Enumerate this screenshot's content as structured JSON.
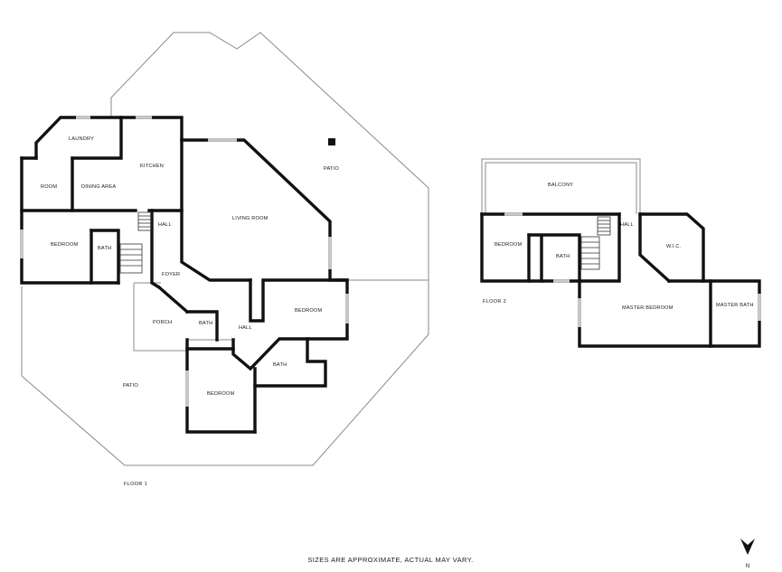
{
  "floor1": {
    "label": "FLOOR 1",
    "rooms": {
      "laundry": "LAUNDRY",
      "kitchen": "KITCHEN",
      "room": "ROOM",
      "dining": "DINING AREA",
      "living": "LIVING ROOM",
      "patio_top": "PATIO",
      "hall_top": "HALL",
      "bedroom_left": "BEDROOM",
      "bath_left": "BATH",
      "foyer": "FOYER",
      "porch": "PORCH",
      "bath_mid": "BATH",
      "hall_mid": "HALL",
      "bedroom_right": "BEDROOM",
      "bath_right": "BATH",
      "bedroom_bottom": "BEDROOM",
      "patio_bottom": "PATIO"
    }
  },
  "floor2": {
    "label": "FLOOR 2",
    "rooms": {
      "balcony": "BALCONY",
      "bedroom": "BEDROOM",
      "bath": "BATH",
      "hall": "HALL",
      "wic": "W.I.C.",
      "master_bedroom": "MASTER BEDROOM",
      "master_bath": "MASTER BATH"
    }
  },
  "disclaimer": "SIZES ARE APPROXIMATE, ACTUAL MAY VARY.",
  "compass": {
    "letter": "N",
    "icon": "north-arrow-icon"
  }
}
